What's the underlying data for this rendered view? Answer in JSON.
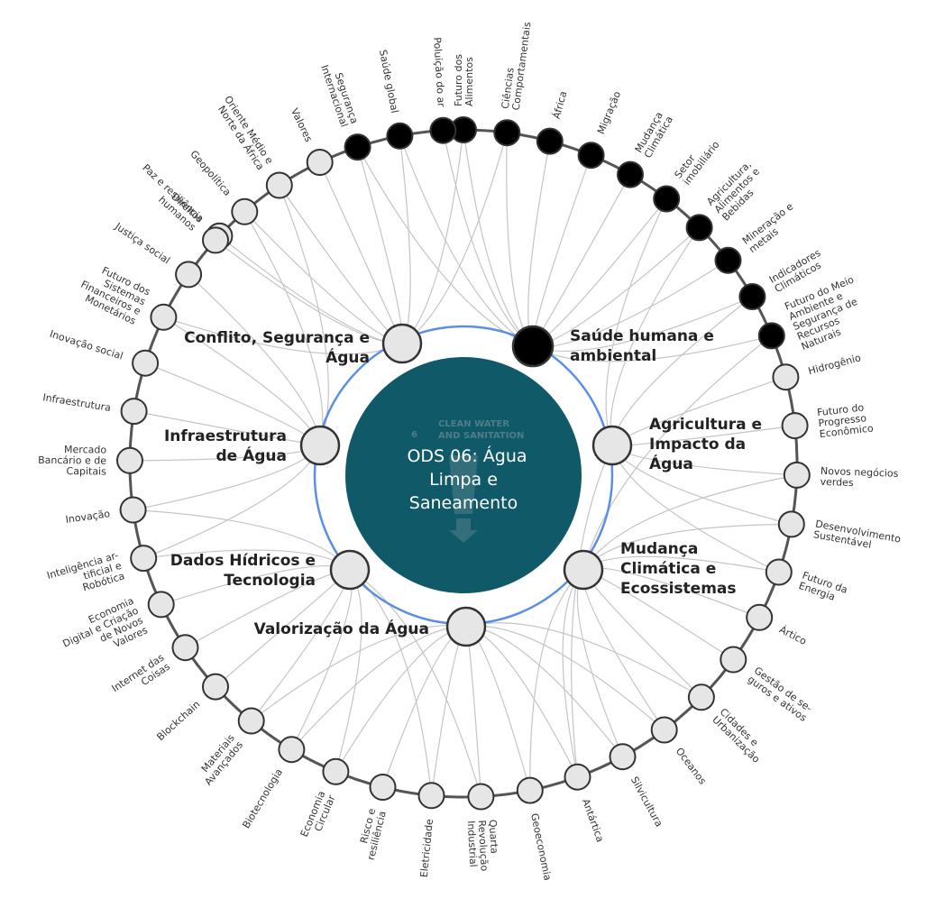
{
  "colors": {
    "background": "#ffffff",
    "center_fill": "#0f5968",
    "inner_ring": "#5b8fe6",
    "node_fill_light": "#e6e6e6",
    "node_fill_dark": "#000000",
    "node_stroke": "#333333",
    "link": "#c4c4c4"
  },
  "center": {
    "title": [
      "ODS 06: Água",
      "Limpa e",
      "Saneamento"
    ],
    "badge_number": "6",
    "badge_text": [
      "CLEAN WATER",
      "AND SANITATION"
    ]
  },
  "inner_nodes": [
    {
      "id": "conflito",
      "label": [
        "Conflito, Segurança e",
        "Água"
      ],
      "highlighted": false
    },
    {
      "id": "saude",
      "label": [
        "Saúde humana e",
        "ambiental"
      ],
      "highlighted": true
    },
    {
      "id": "agricultura",
      "label": [
        "Agricultura e",
        "Impacto da",
        "Água"
      ],
      "highlighted": false
    },
    {
      "id": "mudanca",
      "label": [
        "Mudança",
        "Climática e",
        "Ecossistemas"
      ],
      "highlighted": false
    },
    {
      "id": "valorizacao",
      "label": [
        "Valorização da Água"
      ],
      "highlighted": false
    },
    {
      "id": "dados",
      "label": [
        "Dados Hídricos e",
        "Tecnologia"
      ],
      "highlighted": false
    },
    {
      "id": "infra",
      "label": [
        "Infraestrutura",
        "de Água"
      ],
      "highlighted": false
    }
  ],
  "outer_nodes": [
    {
      "label": [
        "Futuro dos",
        "Alimentos"
      ],
      "highlighted": true
    },
    {
      "label": [
        "Ciências",
        "Comportamentais"
      ],
      "highlighted": true
    },
    {
      "label": [
        "África"
      ],
      "highlighted": true
    },
    {
      "label": [
        "Migração"
      ],
      "highlighted": true
    },
    {
      "label": [
        "Mudança",
        "Climática"
      ],
      "highlighted": true
    },
    {
      "label": [
        "Setor",
        "imobiliário"
      ],
      "highlighted": true
    },
    {
      "label": [
        "Agricultura,",
        "Alimentos e",
        "Bebidas"
      ],
      "highlighted": true
    },
    {
      "label": [
        "Mineração e",
        "metais"
      ],
      "highlighted": true
    },
    {
      "label": [
        "Indicadores",
        "Climáticos"
      ],
      "highlighted": true
    },
    {
      "label": [
        "Futuro do Meio",
        "Ambiente e",
        "Segurança de",
        "Recursos",
        "Naturais"
      ],
      "highlighted": true
    },
    {
      "label": [
        "Hidrogênio"
      ],
      "highlighted": false
    },
    {
      "label": [
        "Futuro do",
        "Progresso",
        "Econômico"
      ],
      "highlighted": false
    },
    {
      "label": [
        "Novos negócios",
        "verdes"
      ],
      "highlighted": false
    },
    {
      "label": [
        "Desenvolvimento",
        "Sustentável"
      ],
      "highlighted": false
    },
    {
      "label": [
        "Futuro da",
        "Energia"
      ],
      "highlighted": false
    },
    {
      "label": [
        "Ártico"
      ],
      "highlighted": false
    },
    {
      "label": [
        "Gestão de se-",
        "guros e ativos"
      ],
      "highlighted": false
    },
    {
      "label": [
        "Cidades e",
        "Urbanização"
      ],
      "highlighted": false
    },
    {
      "label": [
        "Oceanos"
      ],
      "highlighted": false
    },
    {
      "label": [
        "Silvicultura"
      ],
      "highlighted": false
    },
    {
      "label": [
        "Antártica"
      ],
      "highlighted": false
    },
    {
      "label": [
        "Geoeconomia"
      ],
      "highlighted": false
    },
    {
      "label": [
        "Quarta",
        "Revolução",
        "Industrial"
      ],
      "highlighted": false
    },
    {
      "label": [
        "Eletricidade"
      ],
      "highlighted": false
    },
    {
      "label": [
        "Risco e",
        "resiliência"
      ],
      "highlighted": false
    },
    {
      "label": [
        "Economia",
        "Circular"
      ],
      "highlighted": false
    },
    {
      "label": [
        "Biotecnologia"
      ],
      "highlighted": false
    },
    {
      "label": [
        "Materiais",
        "Avançados"
      ],
      "highlighted": false
    },
    {
      "label": [
        "Blockchain"
      ],
      "highlighted": false
    },
    {
      "label": [
        "Internet das",
        "Coisas"
      ],
      "highlighted": false
    },
    {
      "label": [
        "Economia",
        "Digital e Criação",
        "de Novos",
        "Valores"
      ],
      "highlighted": false
    },
    {
      "label": [
        "Inteligência ar-",
        "tificial e",
        "Robótica"
      ],
      "highlighted": false
    },
    {
      "label": [
        "Inovação"
      ],
      "highlighted": false
    },
    {
      "label": [
        "Mercado",
        "Bancário e de",
        "Capitais"
      ],
      "highlighted": false
    },
    {
      "label": [
        "Infraestrutura"
      ],
      "highlighted": false
    },
    {
      "label": [
        "Inovação social"
      ],
      "highlighted": false
    },
    {
      "label": [
        "Futuro dos",
        "Sistemas",
        "Financeiros e",
        "Monetários"
      ],
      "highlighted": false
    },
    {
      "label": [
        "Justiça social"
      ],
      "highlighted": false
    },
    {
      "label": [
        "Paz e resiliência"
      ],
      "highlighted": false
    },
    {
      "label": [
        "Direitos",
        "humanos"
      ],
      "highlighted": false
    },
    {
      "label": [
        "Geopolítica"
      ],
      "highlighted": false
    },
    {
      "label": [
        "Oriente Médio e",
        "Norte da África"
      ],
      "highlighted": false
    },
    {
      "label": [
        "Valores"
      ],
      "highlighted": false
    },
    {
      "label": [
        "Segurança",
        "Internacional"
      ],
      "highlighted": true
    },
    {
      "label": [
        "Saúde global"
      ],
      "highlighted": true
    },
    {
      "label": [
        "Poluição do ar"
      ],
      "highlighted": true
    }
  ]
}
